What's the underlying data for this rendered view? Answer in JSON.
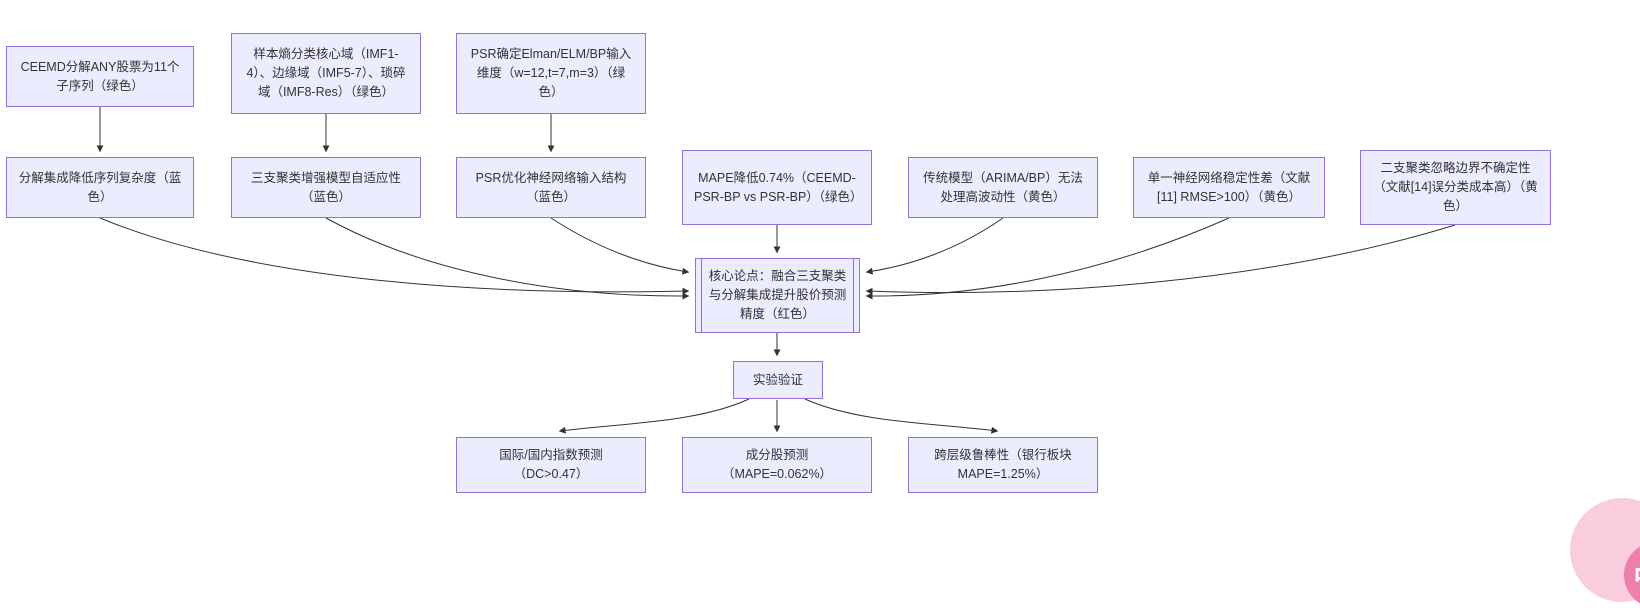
{
  "diagram": {
    "type": "flowchart",
    "colors": {
      "page_bg": "#ffffff",
      "node_fill": "#ececff",
      "node_border": "#9370db",
      "arrow": "#333333",
      "text": "#333333",
      "badge_light": "#f9cddd",
      "badge_dark": "#ee7fa9"
    },
    "nodes": {
      "ceemd_decompose": {
        "label": "CEEMD分解ANY股票为11个子序列（绿色）"
      },
      "sample_entropy": {
        "label": "样本熵分类核心域（IMF1-4）、边缘域（IMF5-7）、琐碎域（IMF8-Res）（绿色）"
      },
      "psr_dimension": {
        "label": "PSR确定Elman/ELM/BP输入维度（w=12,t=7,m=3）（绿色）"
      },
      "reduce_complexity": {
        "label": "分解集成降低序列复杂度（蓝色）"
      },
      "three_way_adaptive": {
        "label": "三支聚类增强模型自适应性（蓝色）"
      },
      "psr_structure": {
        "label": "PSR优化神经网络输入结构（蓝色）"
      },
      "mape_reduction": {
        "label": "MAPE降低0.74%（CEEMD-PSR-BP vs PSR-BP）（绿色）"
      },
      "traditional_limit": {
        "label": "传统模型（ARIMA/BP）无法处理高波动性（黄色）"
      },
      "single_nn_instability": {
        "label": "单一神经网络稳定性差（文献[11] RMSE>100）（黄色）"
      },
      "two_way_limit": {
        "label": "二支聚类忽略边界不确定性（文献[14]误分类成本高）（黄色）"
      },
      "core_thesis": {
        "label": "核心论点：融合三支聚类与分解集成提升股价预测精度（红色）"
      },
      "experiment": {
        "label": "实验验证"
      },
      "index_prediction": {
        "label": "国际/国内指数预测（DC>0.47）"
      },
      "constituent_prediction": {
        "label": "成分股预测（MAPE=0.062%）"
      },
      "robustness": {
        "label": "跨层级鲁棒性（银行板块 MAPE=1.25%）"
      }
    },
    "edges": [
      {
        "from": "ceemd_decompose",
        "to": "reduce_complexity"
      },
      {
        "from": "sample_entropy",
        "to": "three_way_adaptive"
      },
      {
        "from": "psr_dimension",
        "to": "psr_structure"
      },
      {
        "from": "reduce_complexity",
        "to": "core_thesis"
      },
      {
        "from": "three_way_adaptive",
        "to": "core_thesis"
      },
      {
        "from": "psr_structure",
        "to": "core_thesis"
      },
      {
        "from": "mape_reduction",
        "to": "core_thesis"
      },
      {
        "from": "traditional_limit",
        "to": "core_thesis"
      },
      {
        "from": "single_nn_instability",
        "to": "core_thesis"
      },
      {
        "from": "two_way_limit",
        "to": "core_thesis"
      },
      {
        "from": "core_thesis",
        "to": "experiment"
      },
      {
        "from": "experiment",
        "to": "index_prediction"
      },
      {
        "from": "experiment",
        "to": "constituent_prediction"
      },
      {
        "from": "experiment",
        "to": "robustness"
      }
    ]
  },
  "badge": {
    "text": "中A"
  }
}
